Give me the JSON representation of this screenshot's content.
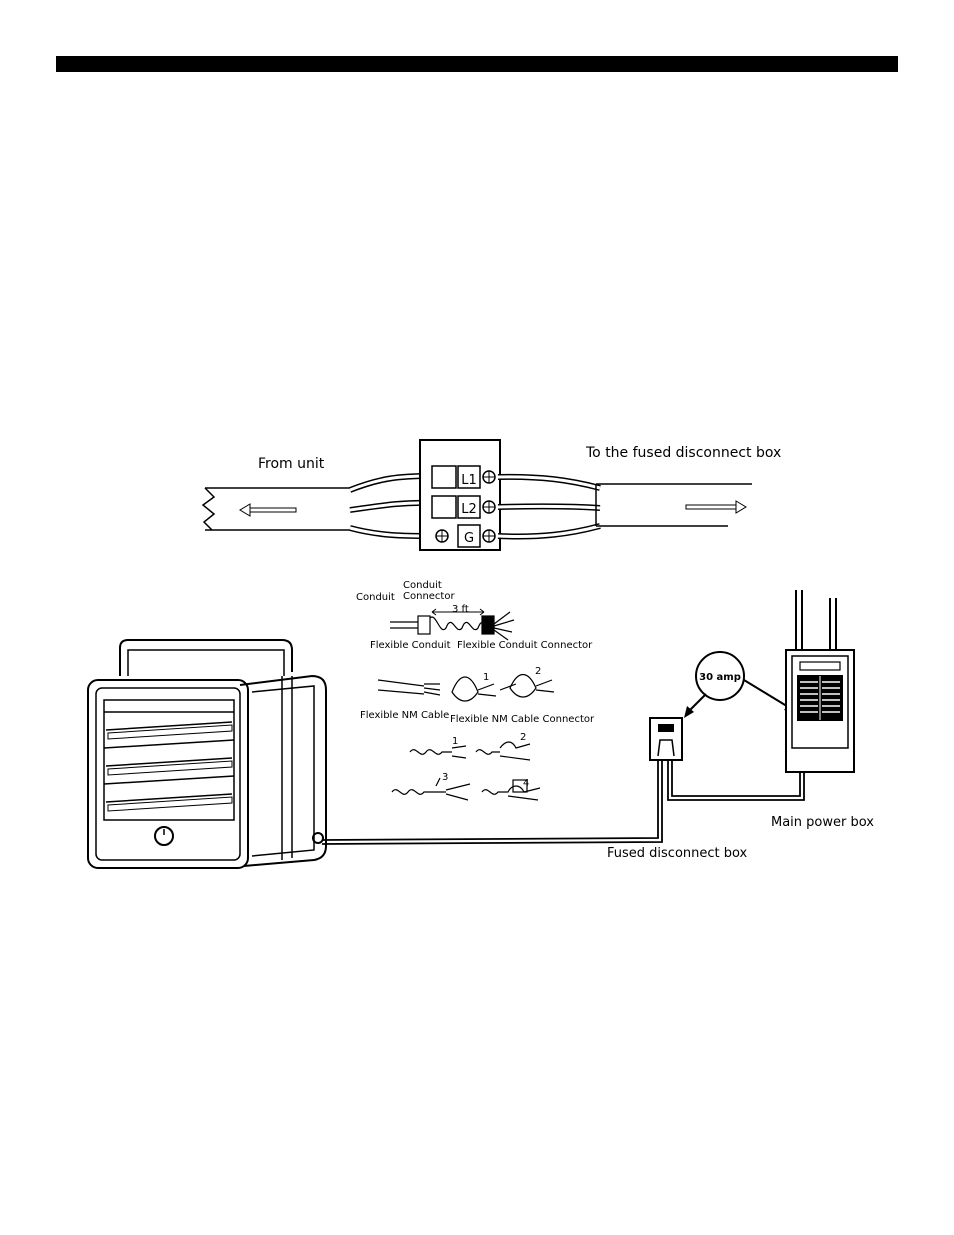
{
  "terminal_diagram": {
    "from_label": "From unit",
    "to_label": "To the fused disconnect box",
    "terminals": [
      "L1",
      "L2",
      "G"
    ]
  },
  "wiring_diagram": {
    "conduit_label": "Conduit",
    "conduit_connector_label_line1": "Conduit",
    "conduit_connector_label_line2": "Connector",
    "length_label": "3 ft",
    "flexible_conduit_label": "Flexible Conduit",
    "flexible_conduit_connector_label": "Flexible Conduit Connector",
    "flexible_nm_cable_label": "Flexible NM Cable",
    "flexible_nm_cable_connector_label": "Flexible NM Cable Connector",
    "step_numbers": [
      "1",
      "2",
      "1",
      "2",
      "3",
      "4"
    ],
    "breaker_rating": "30 amp",
    "main_power_box_label": "Main power box",
    "fused_disconnect_box_label": "Fused disconnect box"
  }
}
